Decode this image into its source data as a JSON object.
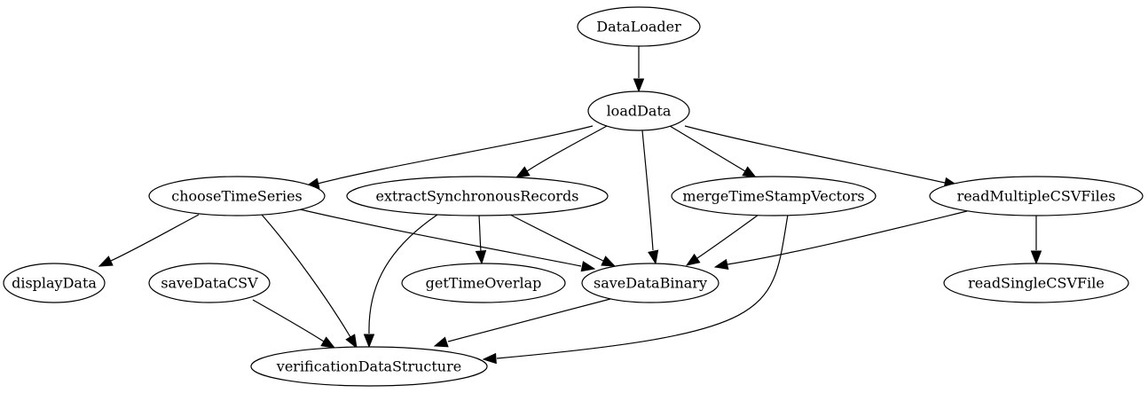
{
  "graph": {
    "nodes": [
      {
        "id": "DataLoader",
        "label": "DataLoader"
      },
      {
        "id": "loadData",
        "label": "loadData"
      },
      {
        "id": "chooseTimeSeries",
        "label": "chooseTimeSeries"
      },
      {
        "id": "extractSynchronousRecords",
        "label": "extractSynchronousRecords"
      },
      {
        "id": "mergeTimeStampVectors",
        "label": "mergeTimeStampVectors"
      },
      {
        "id": "readMultipleCSVFiles",
        "label": "readMultipleCSVFiles"
      },
      {
        "id": "displayData",
        "label": "displayData"
      },
      {
        "id": "saveDataCSV",
        "label": "saveDataCSV"
      },
      {
        "id": "getTimeOverlap",
        "label": "getTimeOverlap"
      },
      {
        "id": "saveDataBinary",
        "label": "saveDataBinary"
      },
      {
        "id": "readSingleCSVFile",
        "label": "readSingleCSVFile"
      },
      {
        "id": "verificationDataStructure",
        "label": "verificationDataStructure"
      }
    ],
    "edges": [
      {
        "from": "DataLoader",
        "to": "loadData"
      },
      {
        "from": "loadData",
        "to": "chooseTimeSeries"
      },
      {
        "from": "loadData",
        "to": "extractSynchronousRecords"
      },
      {
        "from": "loadData",
        "to": "saveDataBinary"
      },
      {
        "from": "loadData",
        "to": "mergeTimeStampVectors"
      },
      {
        "from": "loadData",
        "to": "readMultipleCSVFiles"
      },
      {
        "from": "chooseTimeSeries",
        "to": "displayData"
      },
      {
        "from": "chooseTimeSeries",
        "to": "saveDataBinary"
      },
      {
        "from": "chooseTimeSeries",
        "to": "verificationDataStructure"
      },
      {
        "from": "extractSynchronousRecords",
        "to": "getTimeOverlap"
      },
      {
        "from": "extractSynchronousRecords",
        "to": "saveDataBinary"
      },
      {
        "from": "extractSynchronousRecords",
        "to": "verificationDataStructure"
      },
      {
        "from": "mergeTimeStampVectors",
        "to": "saveDataBinary"
      },
      {
        "from": "mergeTimeStampVectors",
        "to": "verificationDataStructure"
      },
      {
        "from": "readMultipleCSVFiles",
        "to": "saveDataBinary"
      },
      {
        "from": "readMultipleCSVFiles",
        "to": "readSingleCSVFile"
      },
      {
        "from": "saveDataCSV",
        "to": "verificationDataStructure"
      },
      {
        "from": "saveDataBinary",
        "to": "verificationDataStructure"
      }
    ]
  }
}
